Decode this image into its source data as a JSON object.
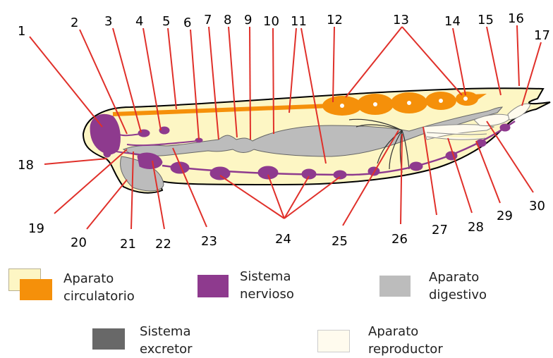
{
  "colors": {
    "circulatorio_light": "#fdf6c4",
    "circulatorio": "#f5900a",
    "nervioso": "#8e3a8e",
    "digestivo": "#bcbcbc",
    "excretor": "#686868",
    "reproductor": "#fffbee",
    "body_fill": "#fdf6c4",
    "leader": "#e0302a"
  },
  "numbers": [
    "1",
    "2",
    "3",
    "4",
    "5",
    "6",
    "7",
    "8",
    "9",
    "10",
    "11",
    "12",
    "13",
    "14",
    "15",
    "16",
    "17",
    "18",
    "19",
    "20",
    "21",
    "22",
    "23",
    "24",
    "25",
    "26",
    "27",
    "28",
    "29",
    "30"
  ],
  "legend": {
    "circulatorio": [
      "Aparato",
      "circulatorio"
    ],
    "nervioso": [
      "Sistema",
      "nervioso"
    ],
    "digestivo": [
      "Aparato",
      "digestivo"
    ],
    "excretor": [
      "Sistema",
      "excretor"
    ],
    "reproductor": [
      "Aparato",
      "reproductor"
    ]
  }
}
